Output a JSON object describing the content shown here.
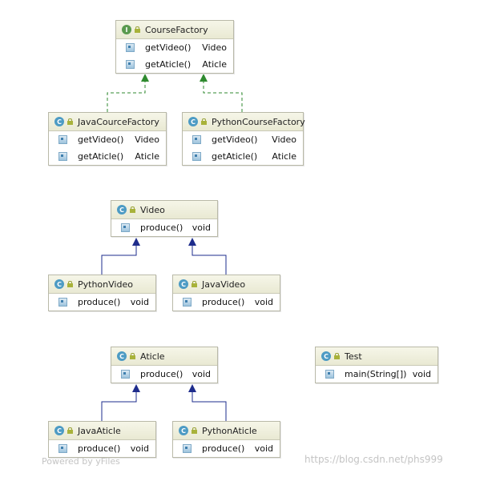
{
  "classes": [
    {
      "name": "CourseFactory",
      "kind": "I",
      "methods": [
        {
          "name": "getVideo()",
          "type": "Video"
        },
        {
          "name": "getAticle()",
          "type": "Aticle"
        }
      ]
    },
    {
      "name": "JavaCourceFactory",
      "kind": "C",
      "methods": [
        {
          "name": "getVideo()",
          "type": "Video"
        },
        {
          "name": "getAticle()",
          "type": "Aticle"
        }
      ]
    },
    {
      "name": "PythonCourseFactory",
      "kind": "C",
      "methods": [
        {
          "name": "getVideo()",
          "type": "Video"
        },
        {
          "name": "getAticle()",
          "type": "Aticle"
        }
      ]
    },
    {
      "name": "Video",
      "kind": "C",
      "methods": [
        {
          "name": "produce()",
          "type": "void"
        }
      ]
    },
    {
      "name": "PythonVideo",
      "kind": "C",
      "methods": [
        {
          "name": "produce()",
          "type": "void"
        }
      ]
    },
    {
      "name": "JavaVideo",
      "kind": "C",
      "methods": [
        {
          "name": "produce()",
          "type": "void"
        }
      ]
    },
    {
      "name": "Aticle",
      "kind": "C",
      "methods": [
        {
          "name": "produce()",
          "type": "void"
        }
      ]
    },
    {
      "name": "JavaAticle",
      "kind": "C",
      "methods": [
        {
          "name": "produce()",
          "type": "void"
        }
      ]
    },
    {
      "name": "PythonAticle",
      "kind": "C",
      "methods": [
        {
          "name": "produce()",
          "type": "void"
        }
      ]
    },
    {
      "name": "Test",
      "kind": "C",
      "methods": [
        {
          "name": "main(String[])",
          "type": "void"
        }
      ]
    }
  ],
  "watermark": {
    "left": "Powered by yFiles",
    "right": "https://blog.csdn.net/phs999"
  },
  "colors": {
    "implements": "#2f8a2f",
    "extends": "#1e2c8c"
  }
}
